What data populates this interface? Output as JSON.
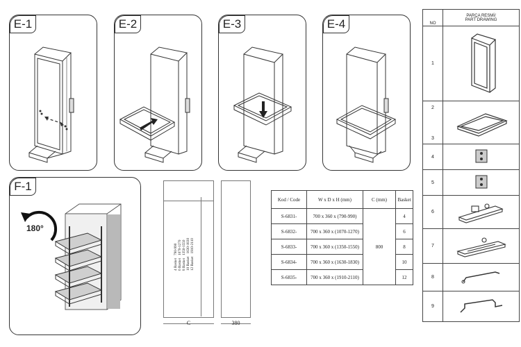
{
  "steps": [
    {
      "label": "E-1"
    },
    {
      "label": "E-2"
    },
    {
      "label": "E-3"
    },
    {
      "label": "E-4"
    },
    {
      "label": "F-1"
    }
  ],
  "rotation": {
    "label": "180°"
  },
  "dimension_drawing": {
    "width_label": "C",
    "depth_label": "380",
    "basket_heights": [
      {
        "baskets": "4 Basket",
        "range": "790-990"
      },
      {
        "baskets": "6 Basket",
        "range": "1070-1270"
      },
      {
        "baskets": "8 Basket",
        "range": "1350-1550"
      },
      {
        "baskets": "10 Basket",
        "range": "1630-1830"
      },
      {
        "baskets": "12 Basket",
        "range": "1910-2110"
      }
    ]
  },
  "spec_table": {
    "headers": [
      "Kod / Code",
      "W x D x H (mm)",
      "C (mm)",
      "Basket"
    ],
    "rows": [
      {
        "code": "S-6831-",
        "dims": "700 x 360 x (790-990)",
        "basket": "4"
      },
      {
        "code": "S-6832-",
        "dims": "700 x 360 x (1070-1270)",
        "basket": "6"
      },
      {
        "code": "S-6833-",
        "dims": "700 x 360 x (1350-1550)",
        "basket": "8"
      },
      {
        "code": "S-6834-",
        "dims": "700 x 360 x (1630-1830)",
        "basket": "10"
      },
      {
        "code": "S-6835-",
        "dims": "700 x 360 x (1910-2110)",
        "basket": "12"
      }
    ],
    "c_value": "800"
  },
  "parts_table": {
    "header_no": "NO",
    "header_drawing_line1": "PARÇA RESMİ/",
    "header_drawing_line2": "PART DRAWING",
    "rows": [
      {
        "no": "1",
        "icon": "frame-icon"
      },
      {
        "no": "2",
        "no2": "3",
        "icon": "basket-tray-icon"
      },
      {
        "no": "4",
        "icon": "bracket-block-icon"
      },
      {
        "no": "5",
        "icon": "bracket-block-icon"
      },
      {
        "no": "6",
        "icon": "rail-mechanism-icon"
      },
      {
        "no": "7",
        "icon": "rail-slide-icon"
      },
      {
        "no": "8",
        "icon": "handle-bar-icon"
      },
      {
        "no": "9",
        "icon": "handle-bar-icon"
      }
    ]
  }
}
